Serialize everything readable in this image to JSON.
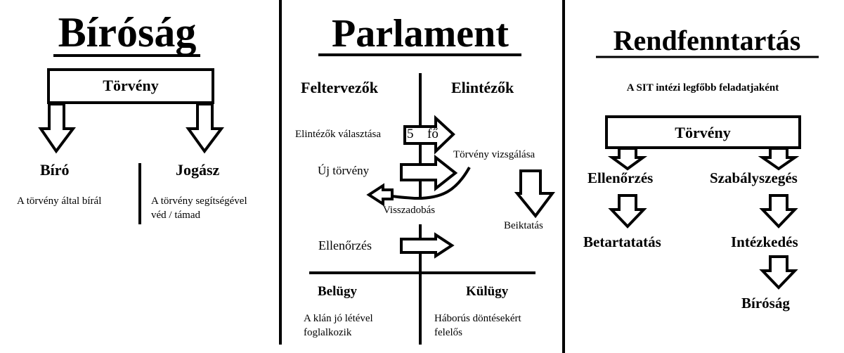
{
  "court": {
    "title": "Bíróság",
    "law_box": "Törvény",
    "judge": {
      "title": "Bíró",
      "desc": "A törvény által bírál"
    },
    "lawyer": {
      "title": "Jogász",
      "desc_line1": "A törvény segítségével",
      "desc_line2": "véd / támad"
    }
  },
  "parliament": {
    "title": "Parlament",
    "planners": "Feltervezők",
    "executors": "Elintézők",
    "executor_election": "Elintézők választása",
    "election_count": "5",
    "election_unit": "fő",
    "new_law": "Új törvény",
    "law_review": "Törvény vizsgálása",
    "rejection": "Visszadobás",
    "enactment": "Beiktatás",
    "inspection": "Ellenőrzés",
    "interior": {
      "title": "Belügy",
      "desc_line1": "A klán jó létével",
      "desc_line2": "foglalkozik"
    },
    "foreign": {
      "title": "Külügy",
      "desc_line1": "Háborús döntésekért",
      "desc_line2": "felelős"
    }
  },
  "law_enforcement": {
    "title": "Rendfenntartás",
    "subtitle": "A SIT intézi legfőbb feladatjaként",
    "law_box": "Törvény",
    "inspection": "Ellenőrzés",
    "violation": "Szabályszegés",
    "enforcement": "Betartatatás",
    "measure": "Intézkedés",
    "court": "Bíróság"
  }
}
